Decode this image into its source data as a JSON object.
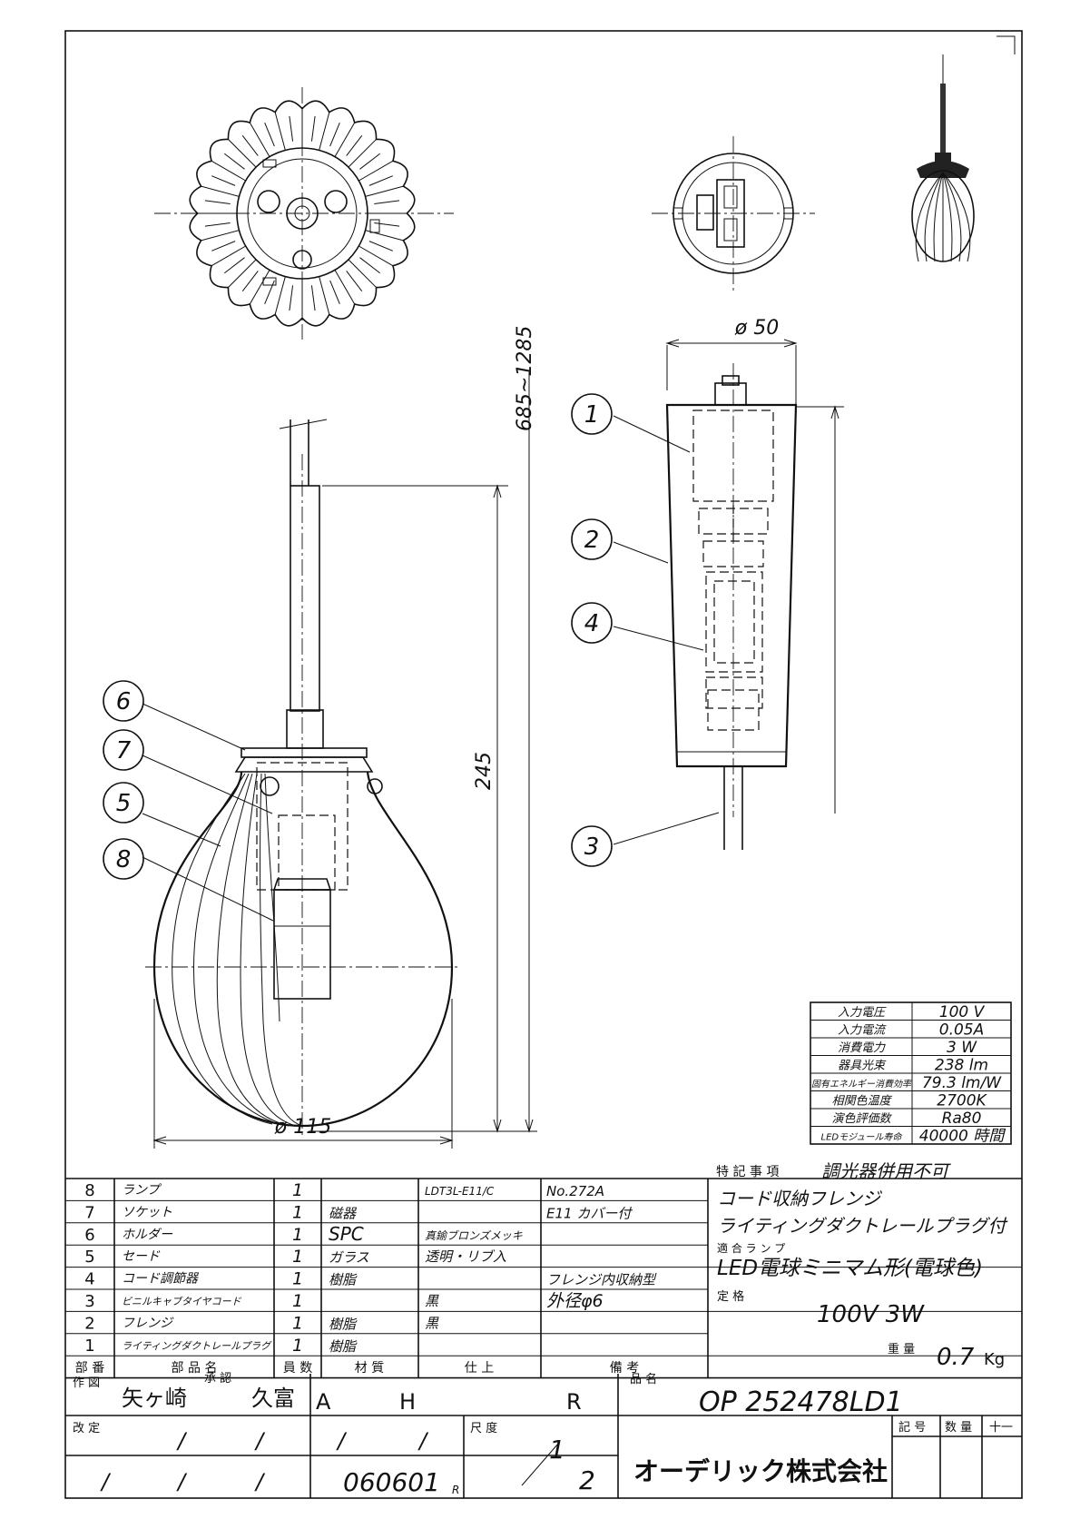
{
  "dimensions": {
    "dia50": "ø 50",
    "length_range": "685~1285",
    "height": "245",
    "dia115": "ø 115"
  },
  "callouts": [
    "1",
    "2",
    "3",
    "4",
    "5",
    "6",
    "7",
    "8"
  ],
  "specs": [
    {
      "label": "入力電圧",
      "value": "100 V"
    },
    {
      "label": "入力電流",
      "value": "0.05A"
    },
    {
      "label": "消費電力",
      "value": "3 W"
    },
    {
      "label": "器具光束",
      "value": "238 lm"
    },
    {
      "label": "固有エネルギー消費効率",
      "value": "79.3 lm/W"
    },
    {
      "label": "相関色温度",
      "value": "2700K"
    },
    {
      "label": "演色評価数",
      "value": "Ra80"
    },
    {
      "label": "LEDモジュール寿命",
      "value": "40000 時間"
    }
  ],
  "parts": [
    {
      "no": "8",
      "name": "ランプ",
      "qty": "1",
      "material": "",
      "finish": "LDT3L-E11/C",
      "note": "No.272A"
    },
    {
      "no": "7",
      "name": "ソケット",
      "qty": "1",
      "material": "磁器",
      "finish": "",
      "note": "E11 カバー付"
    },
    {
      "no": "6",
      "name": "ホルダー",
      "qty": "1",
      "material": "SPC",
      "finish": "真鍮ブロンズメッキ",
      "note": ""
    },
    {
      "no": "5",
      "name": "セード",
      "qty": "1",
      "material": "ガラス",
      "finish": "透明・リブ入",
      "note": ""
    },
    {
      "no": "4",
      "name": "コード調節器",
      "qty": "1",
      "material": "樹脂",
      "finish": "",
      "note": "フレンジ内収納型"
    },
    {
      "no": "3",
      "name": "ビニルキャブタイヤコード",
      "qty": "1",
      "material": "",
      "finish": "黒",
      "note": "外径φ6"
    },
    {
      "no": "2",
      "name": "フレンジ",
      "qty": "1",
      "material": "樹脂",
      "finish": "黒",
      "note": ""
    },
    {
      "no": "1",
      "name": "ライティングダクトレールプラグ",
      "qty": "1",
      "material": "樹脂",
      "finish": "",
      "note": ""
    }
  ],
  "header_row": {
    "no": "部 番",
    "name": "部 品 名",
    "qty": "員 数",
    "material": "材 質",
    "finish": "仕 上",
    "note": "備 考"
  },
  "notes": {
    "label": "特 記 事 項",
    "line1": "調光器併用不可",
    "line2": "コード収納フレンジ",
    "line3": "ライティングダクトレールプラグ付",
    "lamp_label": "適 合 ラ ン プ",
    "lamp": "LED電球ミニマム形(電球色)",
    "rating_label": "定 格",
    "rating": "100V 3W",
    "weight_label": "重 量",
    "weight_value": "0.7",
    "weight_unit": "Kg"
  },
  "title_block": {
    "drawn_label": "作 図",
    "drawn_by": "矢ヶ崎",
    "approved_label": "承 認",
    "approved_by": "久富",
    "grade_a": "A",
    "grade_h": "H",
    "grade_r": "R",
    "product_label": "品 名",
    "product": "OP 252478LD1",
    "revision_label": "改 定",
    "scale_label": "尺 度",
    "scale_num": "1",
    "scale_den": "2",
    "date": "060601",
    "date_suffix": "R",
    "company": "オーデリック株式会社",
    "symbol_label": "記 号",
    "qty_label": "数 量",
    "extra": "十一",
    "slash": "/"
  }
}
